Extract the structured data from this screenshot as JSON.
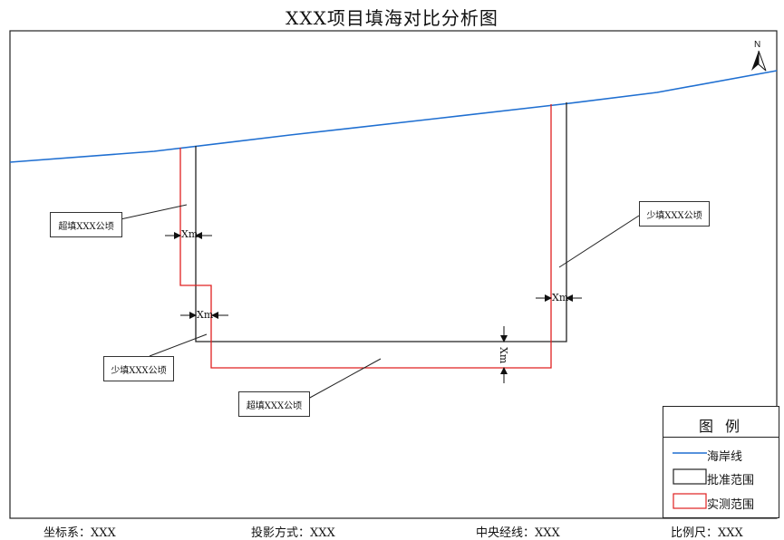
{
  "title": "XXX项目填海对比分析图",
  "north_label": "N",
  "callouts": {
    "overfill_left": "超填XXX公顷",
    "underfill_left": "少填XXX公顷",
    "overfill_bottom": "超填XXX公顷",
    "underfill_right": "少填XXX公顷"
  },
  "measures": {
    "left_upper": "Xm",
    "left_lower": "Xm",
    "right": "Xm",
    "bottom_vertical": "Xm"
  },
  "legend": {
    "title": "图 例",
    "items": [
      {
        "label": "海岸线",
        "color": "#1f6fd1",
        "kind": "line"
      },
      {
        "label": "批准范围",
        "color": "#222222",
        "kind": "box"
      },
      {
        "label": "实测范围",
        "color": "#e02020",
        "kind": "box"
      }
    ]
  },
  "footer": {
    "coordinate_system": "坐标系：XXX",
    "projection": "投影方式：XXX",
    "central_meridian": "中央经线：XXX",
    "scale": "比例尺：XXX"
  },
  "colors": {
    "coastline": "#1f6fd1",
    "approved": "#222222",
    "measured": "#e02020"
  }
}
